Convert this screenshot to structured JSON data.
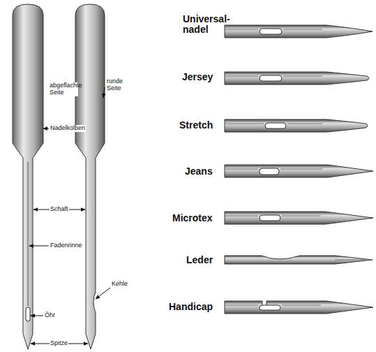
{
  "diagram": {
    "labels": [
      "abgeflachte Seite",
      "runde Seite",
      "Nadelkolben",
      "Schaft",
      "Fadenrinne",
      "Kehle",
      "Öhr",
      "Spitze",
      "Universal- nadel",
      "Jersey",
      "Stretch",
      "Jeans",
      "Microtex",
      "Leder",
      "Handicap"
    ]
  }
}
